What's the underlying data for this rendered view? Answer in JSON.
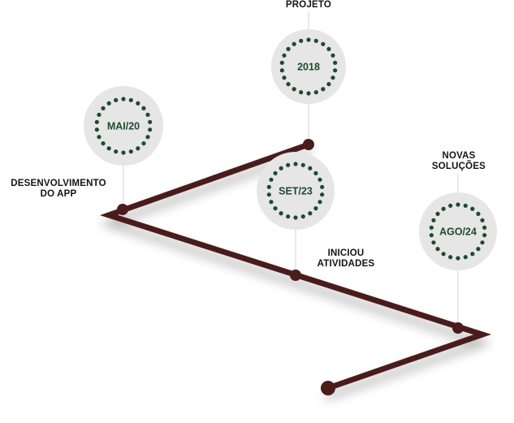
{
  "colors": {
    "path": "#4a1c1a",
    "badge_bg": "#e6e6e6",
    "dots": "#1f4a2c",
    "date_text": "#1f4a2c",
    "label_text": "#141414",
    "stem": "#d4d4d4"
  },
  "milestones": [
    {
      "date": "2018",
      "label": [
        "PROJETO"
      ]
    },
    {
      "date": "MAI/20",
      "label": [
        "DESENVOLVIMENTO",
        "DO APP"
      ]
    },
    {
      "date": "SET/23",
      "label": [
        "INICIOU",
        "ATIVIDADES"
      ]
    },
    {
      "date": "AGO/24",
      "label": [
        "NOVAS",
        "SOLUÇÕES"
      ]
    }
  ]
}
